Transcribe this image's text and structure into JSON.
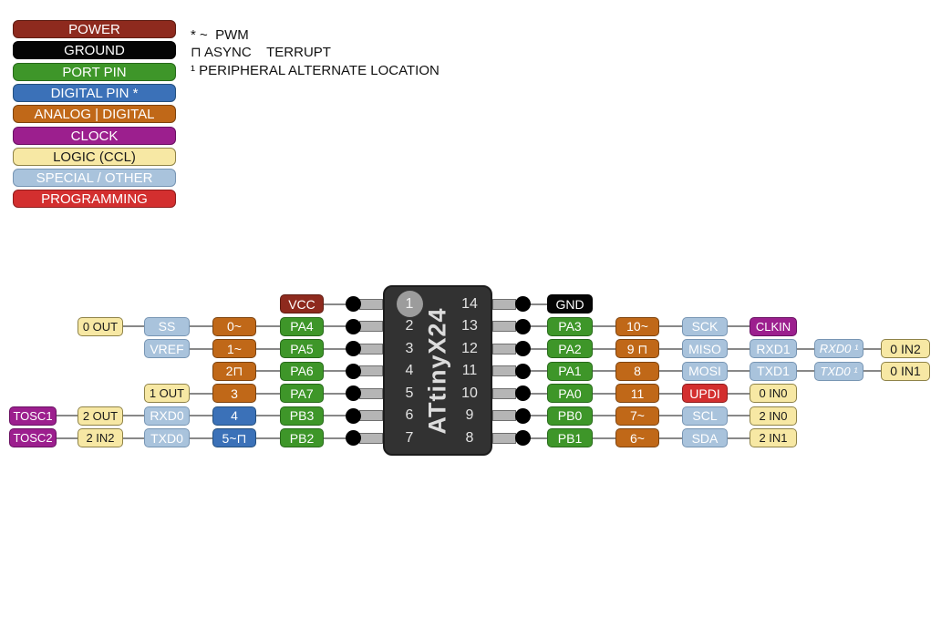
{
  "colors": {
    "power": {
      "bg": "#8E2A1E",
      "border": "#5f1c12",
      "text": "#ffffff"
    },
    "ground": {
      "bg": "#050505",
      "border": "#000000",
      "text": "#ffffff"
    },
    "port": {
      "bg": "#3E9629",
      "border": "#27691a",
      "text": "#ffffff"
    },
    "digital": {
      "bg": "#3B71B8",
      "border": "#24507f",
      "text": "#ffffff"
    },
    "analog": {
      "bg": "#C06818",
      "border": "#7d430e",
      "text": "#ffffff"
    },
    "clock": {
      "bg": "#9C1F8E",
      "border": "#691062",
      "text": "#ffffff"
    },
    "logic": {
      "bg": "#F7E8A4",
      "border": "#8f8348",
      "text": "#1a1a1a"
    },
    "special": {
      "bg": "#A9C3DC",
      "border": "#7795b3",
      "text": "#ffffff"
    },
    "programming": {
      "bg": "#D32F2F",
      "border": "#8f1d1d",
      "text": "#ffffff"
    },
    "wire": "#888888",
    "dot": "#000000",
    "chip_body": "#323232",
    "chip_leg": "#b5b5b5"
  },
  "legend": {
    "items": [
      {
        "label": "POWER",
        "type": "power"
      },
      {
        "label": "GROUND",
        "type": "ground"
      },
      {
        "label": "PORT PIN",
        "type": "port"
      },
      {
        "label": "DIGITAL PIN *",
        "type": "digital"
      },
      {
        "label": "ANALOG | DIGITAL",
        "type": "analog"
      },
      {
        "label": "CLOCK",
        "type": "clock"
      },
      {
        "label": "LOGIC (CCL)",
        "type": "logic"
      },
      {
        "label": "SPECIAL / OTHER",
        "type": "special"
      },
      {
        "label": "PROGRAMMING",
        "type": "programming"
      }
    ]
  },
  "notes": {
    "line1": "* ~  PWM",
    "line2": "⊓ ASYNC    TERRUPT",
    "line3": "¹ PERIPHERAL ALTERNATE LOCATION"
  },
  "chip": {
    "name": "ATtinyX24",
    "left_pin_numbers": [
      "1",
      "2",
      "3",
      "4",
      "5",
      "6",
      "7"
    ],
    "right_pin_numbers": [
      "14",
      "13",
      "12",
      "11",
      "10",
      "9",
      "8"
    ]
  },
  "pins": {
    "left_rows": [
      [
        {
          "label": "VCC",
          "type": "power"
        }
      ],
      [
        {
          "label": "PA4",
          "type": "port"
        },
        {
          "label": "0~",
          "type": "analog"
        },
        {
          "label": "SS",
          "type": "special"
        },
        {
          "label": "0 OUT",
          "type": "logic"
        }
      ],
      [
        {
          "label": "PA5",
          "type": "port"
        },
        {
          "label": "1~",
          "type": "analog"
        },
        {
          "label": "VREF",
          "type": "special"
        }
      ],
      [
        {
          "label": "PA6",
          "type": "port"
        },
        {
          "label": "2⊓",
          "type": "analog"
        }
      ],
      [
        {
          "label": "PA7",
          "type": "port"
        },
        {
          "label": "3",
          "type": "analog"
        },
        {
          "label": "1 OUT",
          "type": "logic"
        }
      ],
      [
        {
          "label": "PB3",
          "type": "port"
        },
        {
          "label": "4",
          "type": "digital"
        },
        {
          "label": "RXD0",
          "type": "special"
        },
        {
          "label": "2 OUT",
          "type": "logic"
        },
        {
          "label": "TOSC1",
          "type": "clock"
        }
      ],
      [
        {
          "label": "PB2",
          "type": "port"
        },
        {
          "label": "5~⊓",
          "type": "digital"
        },
        {
          "label": "TXD0",
          "type": "special"
        },
        {
          "label": "2 IN2",
          "type": "logic"
        },
        {
          "label": "TOSC2",
          "type": "clock"
        }
      ]
    ],
    "right_rows": [
      [
        {
          "label": "GND",
          "type": "ground"
        }
      ],
      [
        {
          "label": "PA3",
          "type": "port"
        },
        {
          "label": "10~",
          "type": "analog"
        },
        {
          "label": "SCK",
          "type": "special"
        },
        {
          "label": "CLKIN",
          "type": "clock"
        }
      ],
      [
        {
          "label": "PA2",
          "type": "port"
        },
        {
          "label": "9 ⊓",
          "type": "analog"
        },
        {
          "label": "MISO",
          "type": "special"
        },
        {
          "label": "RXD1",
          "type": "special"
        },
        {
          "label": "RXD0 ¹",
          "type": "special",
          "italic": true
        },
        {
          "label": "0 IN2",
          "type": "logic"
        }
      ],
      [
        {
          "label": "PA1",
          "type": "port"
        },
        {
          "label": "8",
          "type": "analog"
        },
        {
          "label": "MOSI",
          "type": "special"
        },
        {
          "label": "TXD1",
          "type": "special"
        },
        {
          "label": "TXD0 ¹",
          "type": "special",
          "italic": true
        },
        {
          "label": "0 IN1",
          "type": "logic"
        }
      ],
      [
        {
          "label": "PA0",
          "type": "port"
        },
        {
          "label": "11",
          "type": "analog"
        },
        {
          "label": "UPDI",
          "type": "programming"
        },
        {
          "label": "0 IN0",
          "type": "logic"
        }
      ],
      [
        {
          "label": "PB0",
          "type": "port"
        },
        {
          "label": "7~",
          "type": "analog"
        },
        {
          "label": "SCL",
          "type": "special"
        },
        {
          "label": "2 IN0",
          "type": "logic"
        }
      ],
      [
        {
          "label": "PB1",
          "type": "port"
        },
        {
          "label": "6~",
          "type": "analog"
        },
        {
          "label": "SDA",
          "type": "special"
        },
        {
          "label": "2 IN1",
          "type": "logic"
        }
      ]
    ]
  }
}
